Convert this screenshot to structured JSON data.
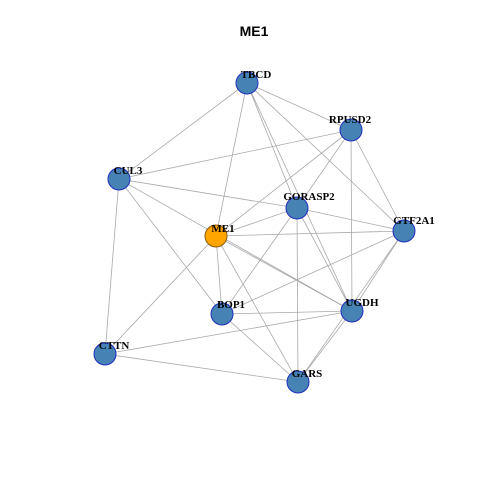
{
  "title": "ME1",
  "colors": {
    "node_default": "#4682b4",
    "node_default_border": "#1f2fbf",
    "node_focus": "#ffa500",
    "node_focus_border": "#8a5a00",
    "edge": "#a9a9a9"
  },
  "nodes": [
    {
      "id": "TBCD",
      "label": "TBCD",
      "focus": false
    },
    {
      "id": "RPUSD2",
      "label": "RPUSD2",
      "focus": false
    },
    {
      "id": "CUL3",
      "label": "CUL3",
      "focus": false
    },
    {
      "id": "GORASP2",
      "label": "GORASP2",
      "focus": false
    },
    {
      "id": "GTF2A1",
      "label": "GTF2A1",
      "focus": false
    },
    {
      "id": "ME1",
      "label": "ME1",
      "focus": true
    },
    {
      "id": "UGDH",
      "label": "UGDH",
      "focus": false
    },
    {
      "id": "BOP1",
      "label": "BOP1",
      "focus": false
    },
    {
      "id": "CTTN",
      "label": "CTTN",
      "focus": false
    },
    {
      "id": "GARS",
      "label": "GARS",
      "focus": false
    }
  ],
  "edges": [
    [
      "TBCD",
      "RPUSD2"
    ],
    [
      "TBCD",
      "CUL3"
    ],
    [
      "TBCD",
      "ME1"
    ],
    [
      "TBCD",
      "GORASP2"
    ],
    [
      "TBCD",
      "GTF2A1"
    ],
    [
      "TBCD",
      "UGDH"
    ],
    [
      "RPUSD2",
      "CUL3"
    ],
    [
      "RPUSD2",
      "GORASP2"
    ],
    [
      "RPUSD2",
      "GTF2A1"
    ],
    [
      "RPUSD2",
      "UGDH"
    ],
    [
      "RPUSD2",
      "ME1"
    ],
    [
      "CUL3",
      "GORASP2"
    ],
    [
      "CUL3",
      "CTTN"
    ],
    [
      "CUL3",
      "BOP1"
    ],
    [
      "CUL3",
      "UGDH"
    ],
    [
      "GORASP2",
      "ME1"
    ],
    [
      "GORASP2",
      "GTF2A1"
    ],
    [
      "GORASP2",
      "BOP1"
    ],
    [
      "GORASP2",
      "UGDH"
    ],
    [
      "GORASP2",
      "GARS"
    ],
    [
      "ME1",
      "GTF2A1"
    ],
    [
      "ME1",
      "BOP1"
    ],
    [
      "ME1",
      "UGDH"
    ],
    [
      "ME1",
      "GARS"
    ],
    [
      "ME1",
      "CTTN"
    ],
    [
      "GTF2A1",
      "UGDH"
    ],
    [
      "GTF2A1",
      "GARS"
    ],
    [
      "GTF2A1",
      "BOP1"
    ],
    [
      "UGDH",
      "GARS"
    ],
    [
      "UGDH",
      "BOP1"
    ],
    [
      "UGDH",
      "CTTN"
    ],
    [
      "BOP1",
      "GARS"
    ],
    [
      "CTTN",
      "GARS"
    ]
  ]
}
